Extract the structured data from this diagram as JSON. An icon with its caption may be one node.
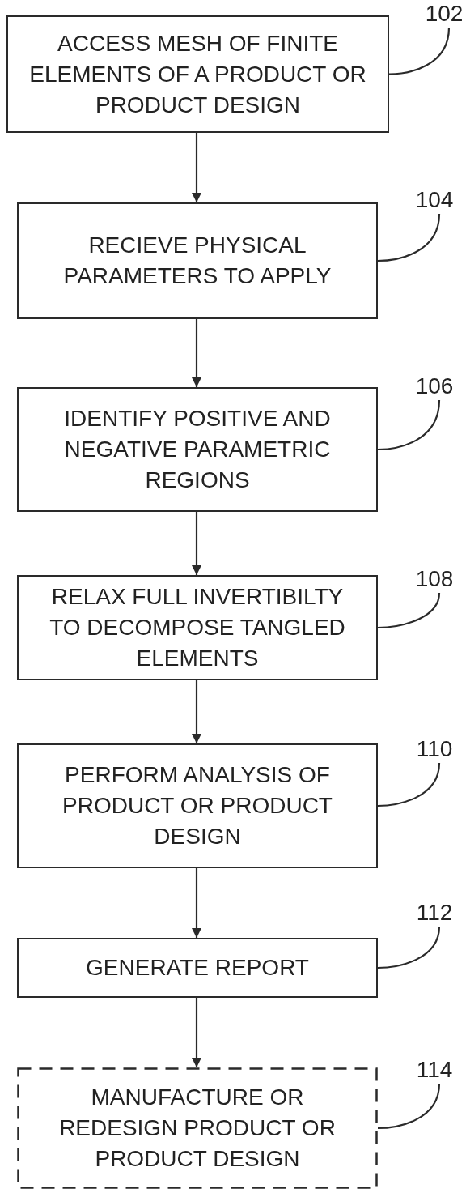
{
  "diagram": {
    "nodes": [
      {
        "text": [
          "ACCESS MESH OF FINITE ELEMENTS OF A PRODUCT OR PRODUCT DESIGN"
        ]
      },
      {
        "text": [
          "RECIEVE PHYSICAL PARAMETERS TO APPLY"
        ]
      },
      {
        "text": [
          "IDENTIFY POSITIVE AND NEGATIVE PARAMETRIC REGIONS"
        ]
      },
      {
        "text": [
          "RELAX FULL INVERTIBILTY TO DECOMPOSE TANGLED ELEMENTS"
        ]
      },
      {
        "text": [
          "PERFORM ANALYSIS OF PRODUCT OR PRODUCT DESIGN"
        ]
      },
      {
        "text": [
          "GENERATE REPORT"
        ]
      },
      {
        "text": [
          "MANUFACTURE OR REDESIGN PRODUCT OR PRODUCT DESIGN"
        ]
      },
      {
        "text": [
          "102"
        ]
      },
      {
        "text": [
          "104"
        ]
      },
      {
        "text": [
          "106"
        ]
      },
      {
        "text": [
          "108"
        ]
      },
      {
        "text": [
          "110"
        ]
      },
      {
        "text": [
          "112"
        ]
      },
      {
        "text": [
          "114"
        ]
      }
    ],
    "edges": [
      {
        "from": 0,
        "to": 1,
        "arrow": "to"
      },
      {
        "from": 1,
        "to": 2,
        "arrow": "to"
      },
      {
        "from": 2,
        "to": 3,
        "arrow": "to"
      },
      {
        "from": 3,
        "to": 4,
        "arrow": "to"
      },
      {
        "from": 4,
        "to": 5,
        "arrow": "to"
      },
      {
        "from": 5,
        "to": 6,
        "arrow": "to"
      },
      {
        "from": 7,
        "to": 0,
        "arrow": "none"
      },
      {
        "from": 8,
        "to": 1,
        "arrow": "none"
      },
      {
        "from": 9,
        "to": 2,
        "arrow": "none"
      },
      {
        "from": 10,
        "to": 3,
        "arrow": "none"
      },
      {
        "from": 11,
        "to": 4,
        "arrow": "none"
      },
      {
        "from": 12,
        "to": 5,
        "arrow": "none"
      },
      {
        "from": 13,
        "to": 6,
        "arrow": "none"
      }
    ]
  }
}
